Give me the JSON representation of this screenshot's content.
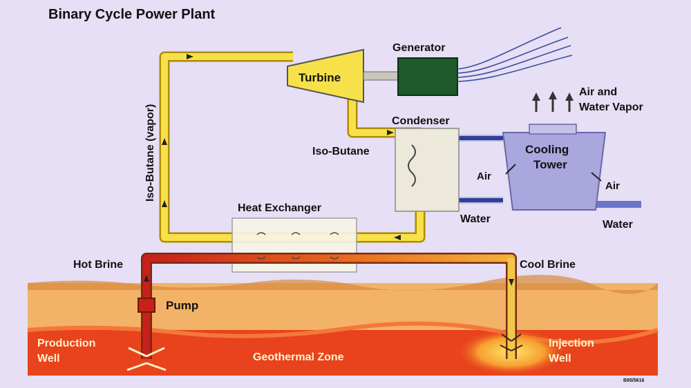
{
  "title": "Binary Cycle Power Plant",
  "labels": {
    "generator": "Generator",
    "turbine": "Turbine",
    "condenser": "Condenser",
    "iso_butane": "Iso-Butane",
    "iso_butane_vapor": "Iso-Butane (vapor)",
    "heat_exchanger": "Heat Exchanger",
    "cooling_tower_line1": "Cooling",
    "cooling_tower_line2": "Tower",
    "air_and_vapor_line1": "Air and",
    "air_and_vapor_line2": "Water Vapor",
    "air_left": "Air",
    "air_right": "Air",
    "water_left": "Water",
    "water_right": "Water",
    "hot_brine": "Hot Brine",
    "cool_brine": "Cool Brine",
    "pump": "Pump",
    "production_well_line1": "Production",
    "production_well_line2": "Well",
    "injection_well_line1": "Injection",
    "injection_well_line2": "Well",
    "geothermal_zone": "Geothermal Zone",
    "figure_code": "B95/5616"
  },
  "colors": {
    "background": "#e6dff5",
    "iso_butane_pipe": "#f7e14a",
    "hot_brine_pipe": "#d8361a",
    "cool_brine_pipe": "#f0b23a",
    "cooling_water_pipe": "#2f3f9a",
    "generator": "#1e5a2a",
    "cooling_tower": "#aaa6de",
    "soil": "#f2b267",
    "geothermal_zone": "#e8431c"
  }
}
